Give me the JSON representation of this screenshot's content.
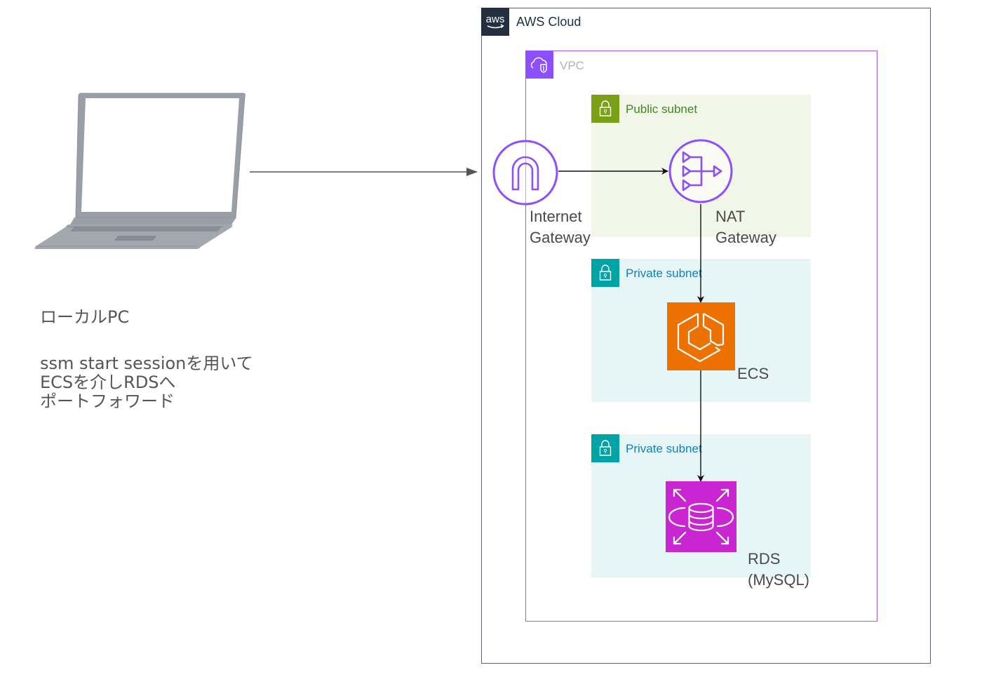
{
  "colors": {
    "aws_cloud_border": "#5a6270",
    "aws_logo_bg": "#232f3e",
    "vpc_border": "#a855f7",
    "vpc_badge": "#8c4fff",
    "public_subnet_bg": "#f2f6e8",
    "public_subnet_accent": "#7aa116",
    "public_subnet_text": "#3f8624",
    "private_subnet_bg": "#e6f6f7",
    "private_subnet_accent": "#00a4a6",
    "private_subnet_text": "#147eba",
    "gateway_purple": "#8c4fff",
    "ecs_orange": "#ed7100",
    "rds_magenta": "#c925d1",
    "edge": "#222222",
    "edge_pc": "#555555"
  },
  "aws_cloud": {
    "label": "AWS Cloud",
    "logo_text": "aws",
    "icon": "aws-logo-icon"
  },
  "vpc": {
    "label": "VPC",
    "icon": "vpc-cloud-icon"
  },
  "subnets": [
    {
      "label": "Public subnet",
      "type": "public",
      "icon": "lock-icon"
    },
    {
      "label": "Private subnet",
      "type": "private",
      "icon": "lock-icon"
    },
    {
      "label": "Private subnet",
      "type": "private",
      "icon": "lock-icon"
    }
  ],
  "nodes": {
    "local_pc": {
      "icon": "laptop-icon",
      "title": "ローカルPC",
      "description": "ssm start sessionを用いて\nECSを介しRDSへ\nポートフォワード"
    },
    "internet_gateway": {
      "label": "Internet\nGateway",
      "icon": "internet-gateway-icon"
    },
    "nat_gateway": {
      "label": "NAT\nGateway",
      "icon": "nat-gateway-icon"
    },
    "ecs": {
      "label": "ECS",
      "icon": "ecs-icon"
    },
    "rds": {
      "label": "RDS\n(MySQL)",
      "icon": "rds-icon"
    }
  },
  "edges": [
    {
      "from": "local_pc",
      "to": "internet_gateway"
    },
    {
      "from": "internet_gateway",
      "to": "nat_gateway"
    },
    {
      "from": "nat_gateway",
      "to": "ecs"
    },
    {
      "from": "ecs",
      "to": "rds"
    }
  ]
}
